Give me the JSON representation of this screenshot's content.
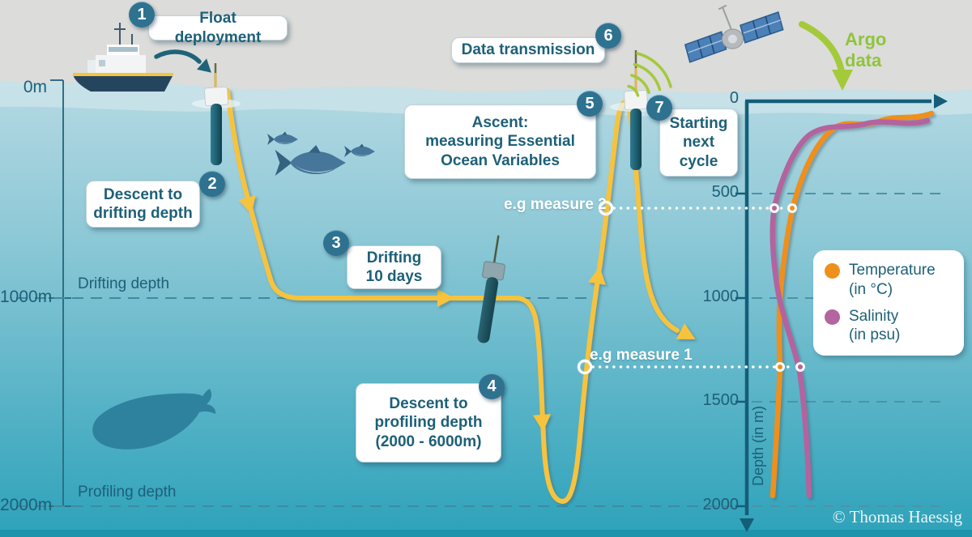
{
  "steps": [
    {
      "num": "1",
      "label": "Float deployment"
    },
    {
      "num": "2",
      "label": "Descent to\ndrifting depth"
    },
    {
      "num": "3",
      "label": "Drifting\n10 days"
    },
    {
      "num": "4",
      "label": "Descent to\nprofiling depth\n(2000 - 6000m)"
    },
    {
      "num": "5",
      "label": "Ascent:\nmeasuring Essential\nOcean Variables"
    },
    {
      "num": "6",
      "label": "Data transmission"
    },
    {
      "num": "7",
      "label": "Starting\nnext\ncycle"
    }
  ],
  "depth_scale": {
    "surface": "0m",
    "mid": "1000m",
    "bottom": "2000m",
    "drifting": "Drifting depth",
    "profiling": "Profiling depth"
  },
  "measures": {
    "m1": "e.g measure 1",
    "m2": "e.g measure 2"
  },
  "argo": {
    "label": "Argo\ndata"
  },
  "chart": {
    "ticks": [
      "0",
      "500",
      "1000",
      "1500",
      "2000"
    ],
    "axis_label": "Depth (in m)",
    "legend": {
      "items": [
        {
          "label": "Temperature",
          "unit": "(in °C)",
          "color": "#ef8f1c"
        },
        {
          "label": "Salinity",
          "unit": "(in psu)",
          "color": "#b4649f"
        }
      ]
    }
  },
  "credit": {
    "text": "© Thomas Haessig"
  },
  "colors": {
    "path_yellow": "#f7c33c",
    "temperature": "#ef8f1c",
    "salinity": "#b4649f",
    "argo_green": "#a4c93b",
    "text_teal": "#1d6078",
    "badge_teal": "#2e7290"
  },
  "chart_data": {
    "type": "line",
    "ylabel": "Depth (in m)",
    "y_ticks": [
      0,
      500,
      1000,
      1500,
      2000
    ],
    "x_axis": "unlabeled",
    "series": [
      {
        "name": "Temperature (in °C)",
        "color": "#ef8f1c",
        "description": "high at surface, sharp decrease through thermocline (~150-500 m), then nearly constant with depth to 2000 m"
      },
      {
        "name": "Salinity (in psu)",
        "color": "#b4649f",
        "description": "high at surface, decreases in upper ocean, crosses the temperature curve near 1000 m, slightly increasing/constant below"
      }
    ],
    "annotations": [
      "e.g measure 2",
      "e.g measure 1"
    ],
    "legend_position": "right-middle",
    "grid": "dashed horizontal lines at 500/1000/1500/2000"
  }
}
